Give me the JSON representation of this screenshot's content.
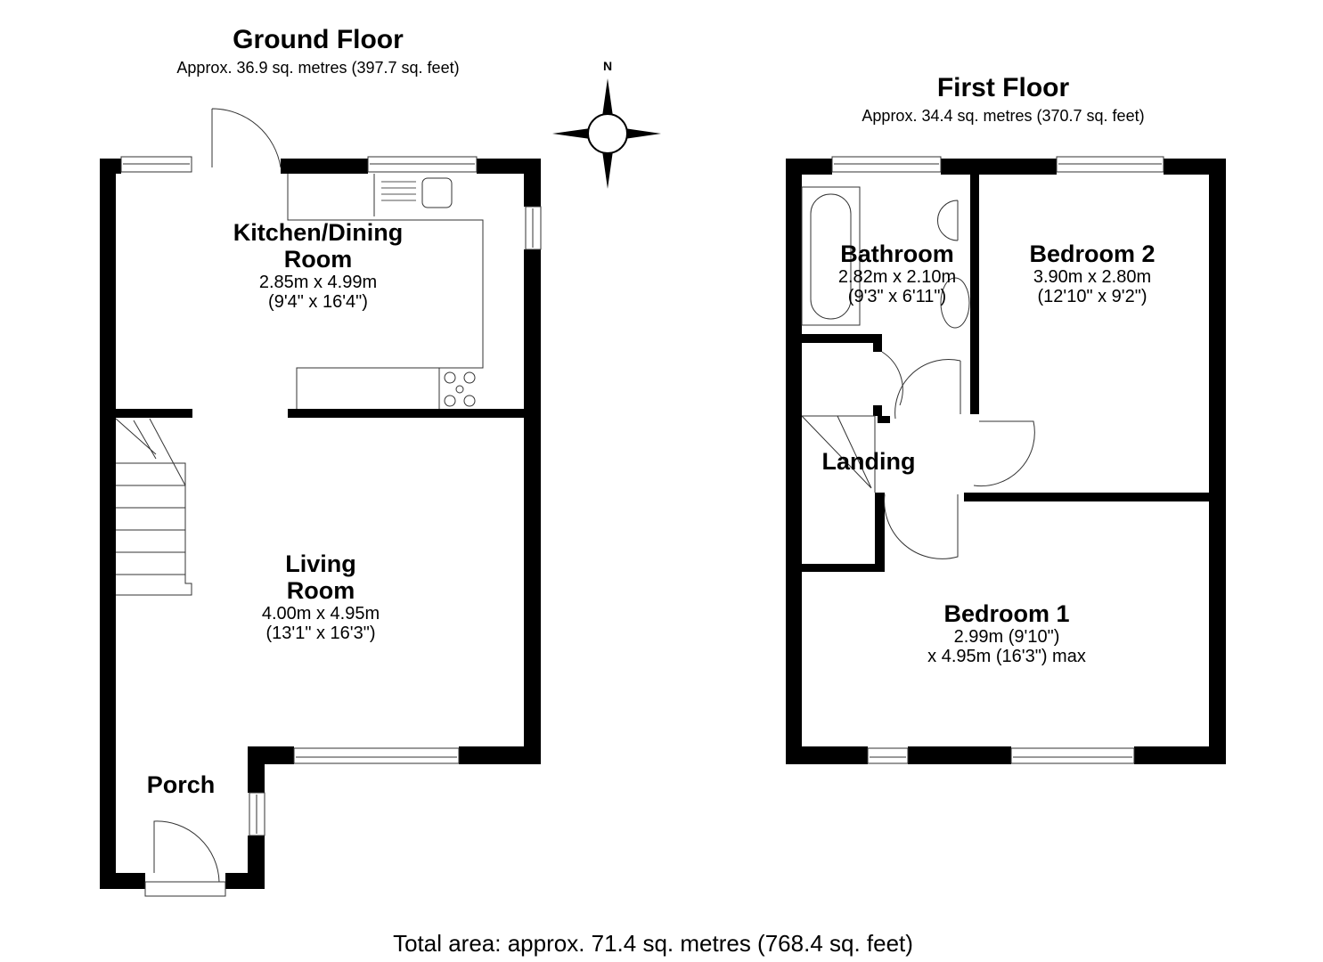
{
  "ground_floor": {
    "title": "Ground Floor",
    "area": "Approx. 36.9 sq. metres (397.7 sq. feet)",
    "rooms": [
      {
        "name": "Kitchen/Dining",
        "name2": "Room",
        "metric": "2.85m x 4.99m",
        "imperial": "(9'4\" x 16'4\")"
      },
      {
        "name": "Living",
        "name2": "Room",
        "metric": "4.00m x 4.95m",
        "imperial": "(13'1\" x 16'3\")"
      },
      {
        "name": "Porch"
      }
    ]
  },
  "first_floor": {
    "title": "First Floor",
    "area": "Approx. 34.4 sq. metres (370.7 sq. feet)",
    "rooms": [
      {
        "name": "Bathroom",
        "metric": "2.82m x 2.10m",
        "imperial": "(9'3\" x 6'11\")"
      },
      {
        "name": "Bedroom 2",
        "metric": "3.90m x 2.80m",
        "imperial": "(12'10\" x 9'2\")"
      },
      {
        "name": "Landing"
      },
      {
        "name": "Bedroom 1",
        "metric": "2.99m (9'10\")",
        "imperial": "x 4.95m (16'3\") max"
      }
    ]
  },
  "compass": {
    "label": "N"
  },
  "total_area": "Total area: approx. 71.4 sq. metres (768.4 sq. feet)"
}
